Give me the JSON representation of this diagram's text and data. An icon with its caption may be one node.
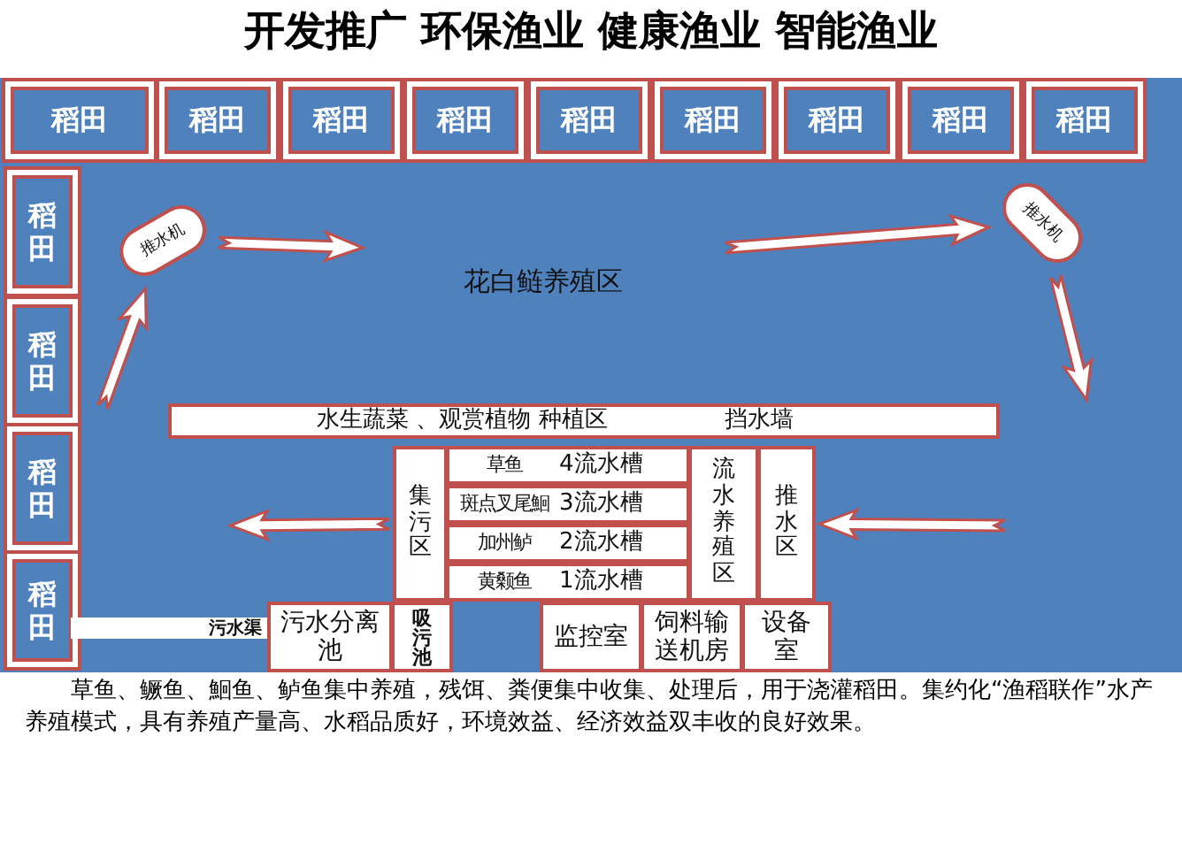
{
  "diagram": {
    "title": "开发推广 环保渔业 健康渔业 智能渔业",
    "caption": "草鱼、鳜鱼、鮰鱼、鲈鱼集中养殖，残饵、粪便集中收集、处理后，用于浇灌稻田。集约化“渔稻联作”水产养殖模式，具有养殖产量高、水稻品质好，环境效益、经济效益双丰收的良好效果。",
    "nodes": [
      {
        "text": [
          "花白鲢养殖区"
        ]
      },
      {
        "text": [
          "稻田"
        ],
        "in": 0
      },
      {
        "text": [
          "稻田"
        ],
        "in": 0
      },
      {
        "text": [
          "稻田"
        ],
        "in": 0
      },
      {
        "text": [
          "稻田"
        ],
        "in": 0
      },
      {
        "text": [
          "稻田"
        ],
        "in": 0
      },
      {
        "text": [
          "稻田"
        ],
        "in": 0
      },
      {
        "text": [
          "稻田"
        ],
        "in": 0
      },
      {
        "text": [
          "稻田"
        ],
        "in": 0
      },
      {
        "text": [
          "稻田"
        ],
        "in": 0
      },
      {
        "text": [
          "稻田"
        ],
        "in": 0
      },
      {
        "text": [
          "稻田"
        ],
        "in": 0
      },
      {
        "text": [
          "稻田"
        ],
        "in": 0
      },
      {
        "text": [
          "稻田"
        ],
        "in": 0
      },
      {
        "text": [
          "推水机"
        ],
        "in": 0
      },
      {
        "text": [
          "推水机"
        ],
        "in": 0
      },
      {
        "text": [
          "水生蔬菜 、观赏植物 种植区",
          "挡水墙"
        ],
        "in": 0
      },
      {
        "text": [
          "集污区"
        ],
        "in": 0
      },
      {
        "text": [
          "草鱼",
          "4流水槽"
        ],
        "in": 0
      },
      {
        "text": [
          "斑点叉尾鮰",
          "3流水槽"
        ],
        "in": 0
      },
      {
        "text": [
          "加州鲈",
          "2流水槽"
        ],
        "in": 0
      },
      {
        "text": [
          "黄颡鱼",
          "1流水槽"
        ],
        "in": 0
      },
      {
        "text": [
          "流水养殖区"
        ],
        "in": 0
      },
      {
        "text": [
          "推水区"
        ],
        "in": 0
      },
      {
        "text": [
          "污水渠"
        ],
        "in": 0
      },
      {
        "text": [
          "污水分离池"
        ],
        "in": 0
      },
      {
        "text": [
          "吸污池"
        ],
        "in": 0
      },
      {
        "text": [
          "监控室"
        ],
        "in": 0
      },
      {
        "text": [
          "饲料输送机房"
        ],
        "in": 0
      },
      {
        "text": [
          "设备室"
        ],
        "in": 0
      }
    ],
    "edges": [
      {
        "from": null,
        "to": 14,
        "arrow": "to"
      },
      {
        "from": 14,
        "to": null,
        "arrow": "to"
      },
      {
        "from": null,
        "to": 15,
        "arrow": "to"
      },
      {
        "from": 15,
        "to": null,
        "arrow": "to"
      },
      {
        "from": null,
        "to": 23,
        "arrow": "to"
      },
      {
        "from": 17,
        "to": null,
        "arrow": "to"
      }
    ]
  }
}
